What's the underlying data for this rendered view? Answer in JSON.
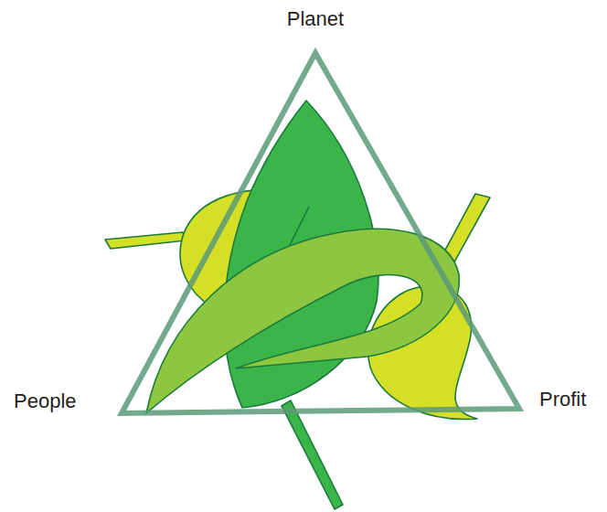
{
  "diagram": {
    "labels": [
      "Planet",
      "People",
      "Profit"
    ]
  }
}
